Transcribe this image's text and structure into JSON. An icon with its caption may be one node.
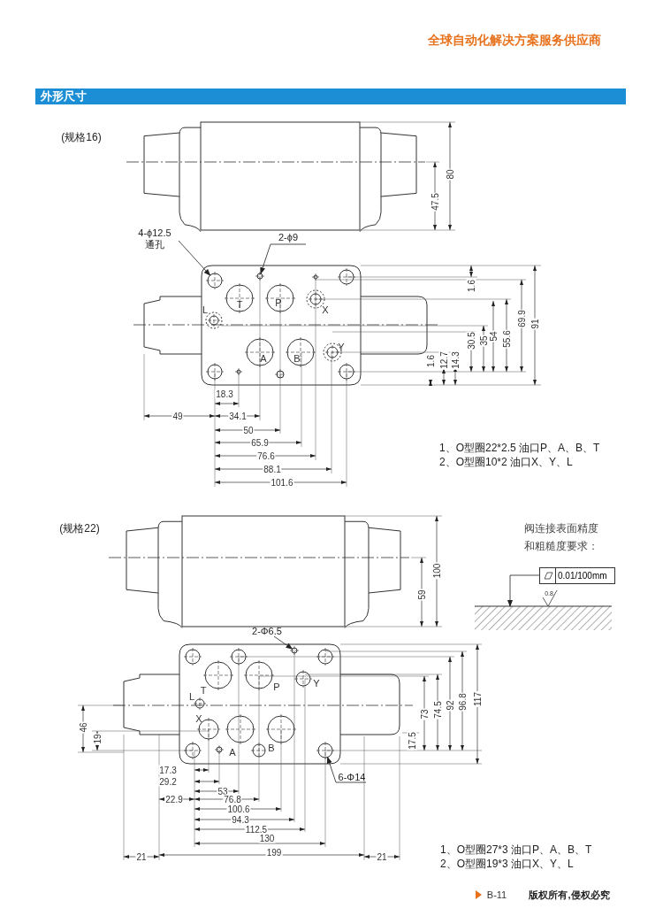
{
  "diagram": {
    "title": "外形尺寸",
    "nodes": [
      {
        "text": [
          "4-ϕ12.5",
          "通孔"
        ]
      },
      {
        "text": [
          "2-ϕ9"
        ]
      },
      {
        "text": [
          "2-Φ6.5"
        ]
      },
      {
        "text": [
          "6-Φ14"
        ]
      },
      {
        "text": [
          "0.01/100mm"
        ]
      },
      {
        "text": [],
        "shape": "circle"
      },
      {
        "text": [],
        "shape": "circle"
      },
      {
        "text": [],
        "shape": "circle"
      },
      {
        "text": [],
        "shape": "circle"
      },
      {
        "text": [],
        "shape": "box"
      }
    ],
    "edges": [
      {
        "from": 0,
        "to": 5,
        "arrow": "to"
      },
      {
        "from": 1,
        "to": 6,
        "arrow": "to"
      },
      {
        "from": 2,
        "to": 7,
        "arrow": "to"
      },
      {
        "from": 3,
        "to": 8,
        "arrow": "to"
      },
      {
        "from": 4,
        "to": 9,
        "arrow": "to"
      }
    ],
    "labels": [
      "全球自动化解决方案服务供应商",
      "(规格16)",
      "80",
      "47.5",
      "1.6",
      "91",
      "69.9",
      "55.6",
      "54",
      "35",
      "30.5",
      "14.3",
      "12.7",
      "1.6",
      "T",
      "P",
      "X",
      "L",
      "A",
      "B",
      "Y",
      "18.3",
      "49",
      "34.1",
      "50",
      "65.9",
      "76.6",
      "88.1",
      "101.6",
      "1、O型圈22*2.5 油口P、A、B、T",
      "2、O型圈10*2 油口X、Y、L",
      "(规格22)",
      "阀连接表面精度",
      "和粗糙度要求：",
      "0.8",
      "100",
      "59",
      "T",
      "P",
      "Y",
      "L",
      "X",
      "A",
      "B",
      "46",
      "19",
      "17.5",
      "73",
      "74.5",
      "92",
      "96.8",
      "117",
      "17.3",
      "29.2",
      "53",
      "22.9",
      "76.8",
      "100.6",
      "94.3",
      "112.5",
      "130",
      "199",
      "21",
      "21",
      "1、O型圈27*3 油口P、A、B、T",
      "2、O型圈19*3 油口X、Y、L",
      "B-11",
      "版权所有,侵权必究"
    ]
  }
}
